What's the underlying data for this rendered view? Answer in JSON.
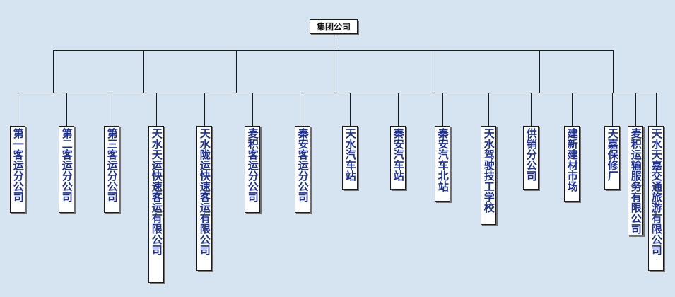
{
  "root": {
    "label": "集团公司"
  },
  "children": [
    {
      "label": "第一客运分公司"
    },
    {
      "label": "第二客运分公司"
    },
    {
      "label": "第三客运分公司"
    },
    {
      "label": "天水天运快速客运有限公司"
    },
    {
      "label": "天水陇运快速客运有限公司"
    },
    {
      "label": "麦积客运分公司"
    },
    {
      "label": "秦安客运分公司"
    },
    {
      "label": "天水汽车站"
    },
    {
      "label": "秦安汽车站"
    },
    {
      "label": "秦安汽车北站"
    },
    {
      "label": "天水驾驶技工学校"
    },
    {
      "label": "供销分公司"
    },
    {
      "label": "建新建材市场"
    },
    {
      "label": "天嘉保修厂"
    },
    {
      "label": "麦积运输服务有限公司"
    },
    {
      "label": "天水天嘉交通旅游有限公司"
    }
  ],
  "colors": {
    "background": "#d6e3f0",
    "box_fill": "#ffffff",
    "box_border": "#1a1a1a",
    "child_text": "#1b2f9a",
    "root_text": "#111111",
    "connector": "#1a1a1a"
  }
}
